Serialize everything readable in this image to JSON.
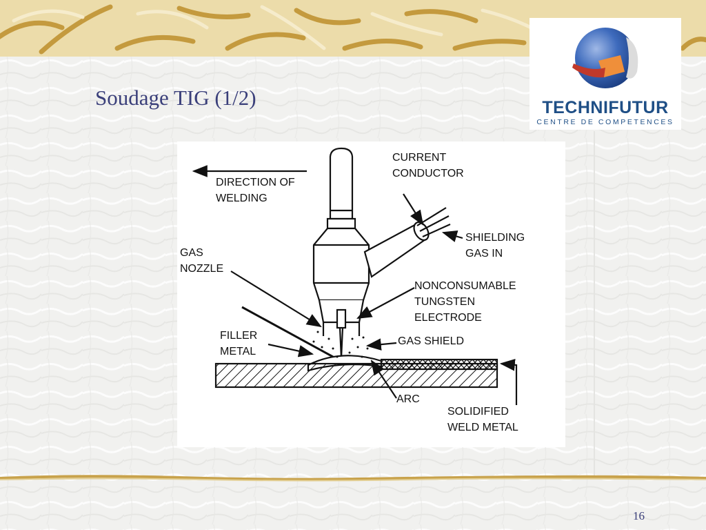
{
  "slide": {
    "title": "Soudage TIG (1/2)",
    "page_number": "16"
  },
  "logo": {
    "name": "TECHNIFUTUR",
    "tagline": "CENTRE DE COMPETENCES",
    "colors": {
      "blue": "#1f4f86",
      "sphere": "#2f5fae",
      "orange": "#ef8f3a",
      "red": "#c0392b"
    }
  },
  "diagram": {
    "labels": {
      "direction": "DIRECTION OF\nWELDING",
      "current_conductor": "CURRENT\nCONDUCTOR",
      "shielding_gas": "SHIELDING\nGAS IN",
      "gas_nozzle": "GAS\nNOZZLE",
      "electrode": "NONCONSUMABLE\nTUNGSTEN\nELECTRODE",
      "filler_metal": "FILLER\nMETAL",
      "gas_shield": "GAS SHIELD",
      "arc": "ARC",
      "weld_metal": "SOLIDIFIED\nWELD METAL"
    }
  },
  "theme": {
    "title_color": "#3a3f7a",
    "band_color": "#ead9a6",
    "stroke_color": "#c8a24b"
  }
}
